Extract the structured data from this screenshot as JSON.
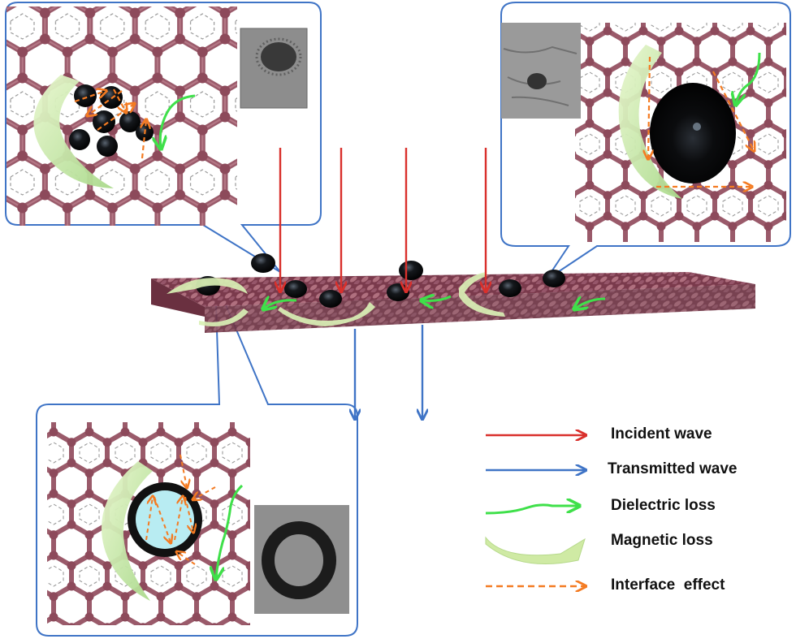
{
  "legend": {
    "items": [
      {
        "key": "incident",
        "label": "Incident wave",
        "color": "#d9302c",
        "style": "solid-arrow"
      },
      {
        "key": "transmitted",
        "label": "Transmitted wave",
        "color": "#3f74c6",
        "style": "solid-arrow"
      },
      {
        "key": "dielectric",
        "label": "Dielectric loss",
        "color": "#3fe04a",
        "style": "wavy-arrow"
      },
      {
        "key": "magnetic",
        "label": "Magnetic loss",
        "color": "#cfeaa4",
        "style": "curved-band"
      },
      {
        "key": "interface",
        "label": "Interface  effect",
        "color": "#f47b22",
        "style": "dashed-arrow"
      }
    ]
  },
  "colors": {
    "graphene_atom": "#8d4a5b",
    "graphene_bond": "#9a5a6a",
    "callout_border": "#3f74c6",
    "particle": "#111111",
    "core_fill": "#b8ecf2",
    "tem_background": "#8d8d8d"
  },
  "panels": [
    {
      "name": "callout-top-left",
      "content": "graphene sheet with cluster of small nanoparticles and TEM image"
    },
    {
      "name": "callout-top-right",
      "content": "graphene sheet with single large nanoparticle and TEM image"
    },
    {
      "name": "callout-bottom",
      "content": "graphene sheet with hollow core-shell nanoparticle and TEM image"
    }
  ]
}
